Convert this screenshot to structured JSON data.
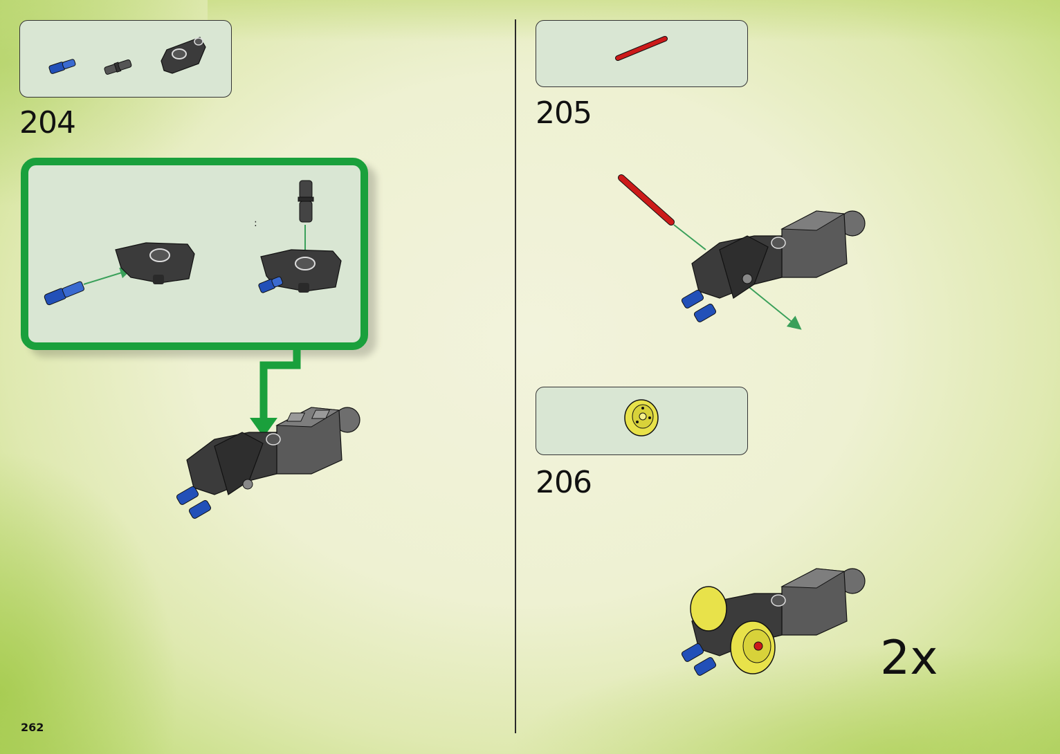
{
  "page": {
    "number": "262"
  },
  "steps": [
    {
      "number": "204"
    },
    {
      "number": "205"
    },
    {
      "number": "206",
      "multiplier": "2x"
    }
  ],
  "colors": {
    "callout_border": "#1aa03c",
    "parts_box_fill": "#d9e6d3",
    "arrow": "#3aa05a",
    "brick_dark": "#3b3b3b",
    "brick_gray": "#6e6e6e",
    "pin_blue": "#2250b8",
    "axle_red": "#cc1a1a",
    "wheel_yellow": "#e8e24a"
  },
  "icons": [
    "blue-pin-icon",
    "black-pin-icon",
    "black-connector-icon",
    "red-axle-icon",
    "yellow-wheel-icon"
  ]
}
